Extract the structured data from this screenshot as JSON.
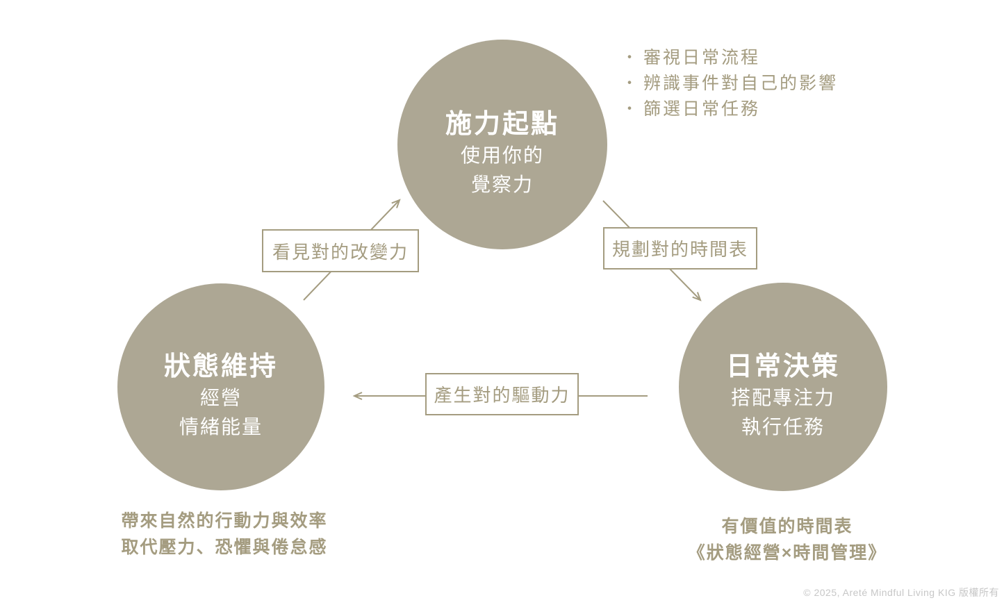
{
  "colors": {
    "circle_fill": "#ada794",
    "accent": "#a49c80",
    "text_on_circle": "#ffffff",
    "muted": "#c7c7c7",
    "bg": "#ffffff"
  },
  "nodes": {
    "top": {
      "title": "施力起點",
      "subtitle1": "使用你的",
      "subtitle2": "覺察力"
    },
    "left": {
      "title": "狀態維持",
      "subtitle1": "經營",
      "subtitle2": "情緒能量"
    },
    "right": {
      "title": "日常決策",
      "subtitle1": "搭配專注力",
      "subtitle2": "執行任務"
    }
  },
  "bullet_list": {
    "items": [
      "審視日常流程",
      "辨識事件對自己的影響",
      "篩選日常任務"
    ]
  },
  "connectors": {
    "maintain_to_start": "看見對的改變力",
    "start_to_decision": "規劃對的時間表",
    "decision_to_maintain": "產生對的驅動力"
  },
  "footnotes": {
    "left": [
      "帶來自然的行動力與效率",
      "取代壓力、恐懼與倦怠感"
    ],
    "right": [
      "有價值的時間表",
      "《狀態經營×時間管理》"
    ]
  },
  "footer": {
    "copyright": "© 2025, Areté Mindful Living KIG 版權所有"
  }
}
